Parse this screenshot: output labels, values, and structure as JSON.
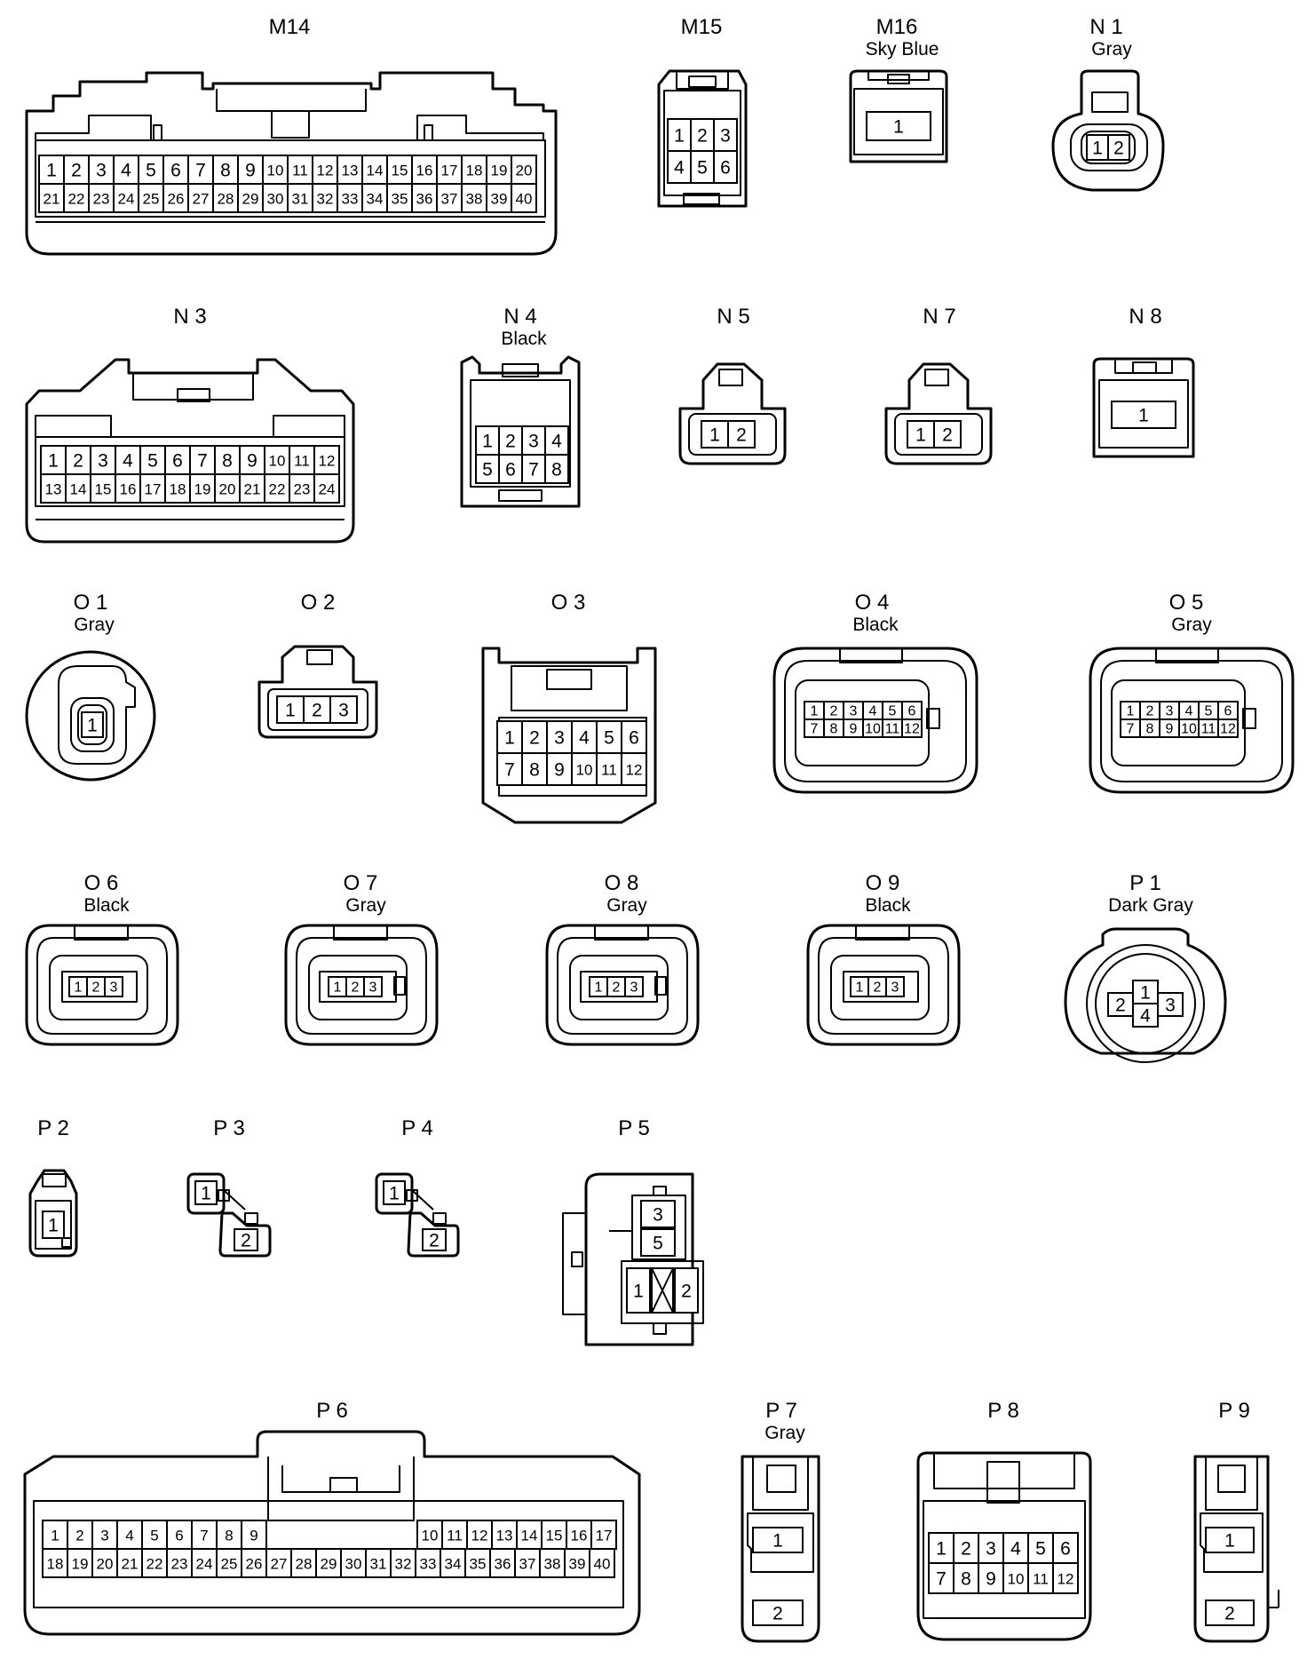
{
  "connectors": [
    {
      "id": "m14",
      "label": "M14",
      "color": "",
      "rows": [
        [
          "1",
          "2",
          "3",
          "4",
          "5",
          "6",
          "7",
          "8",
          "9",
          "10",
          "11",
          "12",
          "13",
          "14",
          "15",
          "16",
          "17",
          "18",
          "19",
          "20"
        ],
        [
          "21",
          "22",
          "23",
          "24",
          "25",
          "26",
          "27",
          "28",
          "29",
          "30",
          "31",
          "32",
          "33",
          "34",
          "35",
          "36",
          "37",
          "38",
          "39",
          "40"
        ]
      ]
    },
    {
      "id": "m15",
      "label": "M15",
      "color": "",
      "rows": [
        [
          "1",
          "2",
          "3"
        ],
        [
          "4",
          "5",
          "6"
        ]
      ]
    },
    {
      "id": "m16",
      "label": "M16",
      "color": "Sky Blue",
      "rows": [
        [
          "1"
        ]
      ]
    },
    {
      "id": "n1",
      "label": "N 1",
      "color": "Gray",
      "rows": [
        [
          "1",
          "2"
        ]
      ]
    },
    {
      "id": "n3",
      "label": "N 3",
      "color": "",
      "rows": [
        [
          "1",
          "2",
          "3",
          "4",
          "5",
          "6",
          "7",
          "8",
          "9",
          "10",
          "11",
          "12"
        ],
        [
          "13",
          "14",
          "15",
          "16",
          "17",
          "18",
          "19",
          "20",
          "21",
          "22",
          "23",
          "24"
        ]
      ]
    },
    {
      "id": "n4",
      "label": "N 4",
      "color": "Black",
      "rows": [
        [
          "1",
          "2",
          "3",
          "4"
        ],
        [
          "5",
          "6",
          "7",
          "8"
        ]
      ]
    },
    {
      "id": "n5",
      "label": "N 5",
      "color": "",
      "rows": [
        [
          "1",
          "2"
        ]
      ]
    },
    {
      "id": "n7",
      "label": "N 7",
      "color": "",
      "rows": [
        [
          "1",
          "2"
        ]
      ]
    },
    {
      "id": "n8",
      "label": "N 8",
      "color": "",
      "rows": [
        [
          "1"
        ]
      ]
    },
    {
      "id": "o1",
      "label": "O 1",
      "color": "Gray",
      "rows": [
        [
          "1"
        ]
      ]
    },
    {
      "id": "o2",
      "label": "O 2",
      "color": "",
      "rows": [
        [
          "1",
          "2",
          "3"
        ]
      ]
    },
    {
      "id": "o3",
      "label": "O 3",
      "color": "",
      "rows": [
        [
          "1",
          "2",
          "3",
          "4",
          "5",
          "6"
        ],
        [
          "7",
          "8",
          "9",
          "10",
          "11",
          "12"
        ]
      ]
    },
    {
      "id": "o4",
      "label": "O 4",
      "color": "Black",
      "rows": [
        [
          "1",
          "2",
          "3",
          "4",
          "5",
          "6"
        ],
        [
          "7",
          "8",
          "9",
          "10",
          "11",
          "12"
        ]
      ]
    },
    {
      "id": "o5",
      "label": "O 5",
      "color": "Gray",
      "rows": [
        [
          "1",
          "2",
          "3",
          "4",
          "5",
          "6"
        ],
        [
          "7",
          "8",
          "9",
          "10",
          "11",
          "12"
        ]
      ]
    },
    {
      "id": "o6",
      "label": "O 6",
      "color": "Black",
      "rows": [
        [
          "1",
          "2",
          "3"
        ]
      ]
    },
    {
      "id": "o7",
      "label": "O 7",
      "color": "Gray",
      "rows": [
        [
          "1",
          "2",
          "3"
        ]
      ]
    },
    {
      "id": "o8",
      "label": "O 8",
      "color": "Gray",
      "rows": [
        [
          "1",
          "2",
          "3"
        ]
      ]
    },
    {
      "id": "o9",
      "label": "O 9",
      "color": "Black",
      "rows": [
        [
          "1",
          "2",
          "3"
        ]
      ]
    },
    {
      "id": "p1",
      "label": "P 1",
      "color": "Dark Gray",
      "rows": [
        [
          "1"
        ],
        [
          "2",
          "3"
        ],
        [
          "4"
        ]
      ]
    },
    {
      "id": "p2",
      "label": "P 2",
      "color": "",
      "rows": [
        [
          "1"
        ]
      ]
    },
    {
      "id": "p3",
      "label": "P 3",
      "color": "",
      "rows": [
        [
          "1"
        ],
        [
          "2"
        ]
      ]
    },
    {
      "id": "p4",
      "label": "P 4",
      "color": "",
      "rows": [
        [
          "1"
        ],
        [
          "2"
        ]
      ]
    },
    {
      "id": "p5",
      "label": "P 5",
      "color": "",
      "rows": [
        [
          "3"
        ],
        [
          "5"
        ],
        [
          "1",
          "2"
        ]
      ]
    },
    {
      "id": "p6",
      "label": "P 6",
      "color": "",
      "rows": [
        [
          "1",
          "2",
          "3",
          "4",
          "5",
          "6",
          "7",
          "8",
          "9",
          "10",
          "11",
          "12",
          "13",
          "14",
          "15",
          "16",
          "17"
        ],
        [
          "18",
          "19",
          "20",
          "21",
          "22",
          "23",
          "24",
          "25",
          "26",
          "27",
          "28",
          "29",
          "30",
          "31",
          "32",
          "33",
          "34",
          "35",
          "36",
          "37",
          "38",
          "39",
          "40"
        ]
      ]
    },
    {
      "id": "p7",
      "label": "P 7",
      "color": "Gray",
      "rows": [
        [
          "1"
        ],
        [
          "2"
        ]
      ]
    },
    {
      "id": "p8",
      "label": "P 8",
      "color": "",
      "rows": [
        [
          "1",
          "2",
          "3",
          "4",
          "5",
          "6"
        ],
        [
          "7",
          "8",
          "9",
          "10",
          "11",
          "12"
        ]
      ]
    },
    {
      "id": "p9",
      "label": "P 9",
      "color": "",
      "rows": [
        [
          "1"
        ],
        [
          "2"
        ]
      ]
    }
  ],
  "colors": {
    "stroke": "#000000",
    "background": "#ffffff"
  }
}
